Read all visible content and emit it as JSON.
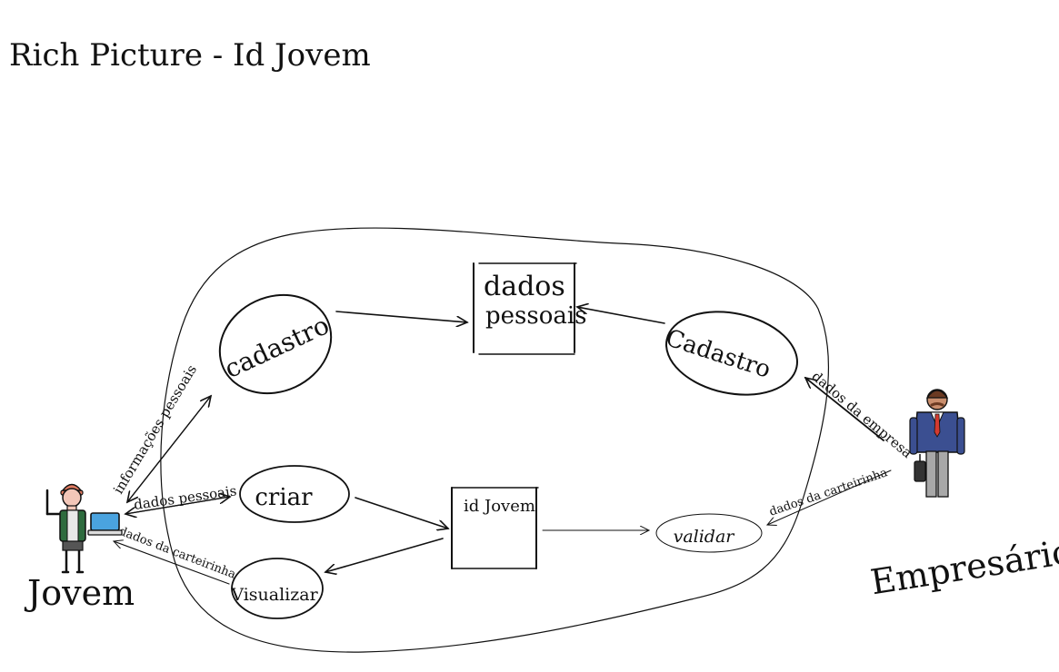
{
  "title": "Rich Picture - Id Jovem",
  "actors": {
    "jovem": "Jovem",
    "empresario": "Empresário"
  },
  "processes": {
    "cadastro_jovem": "cadastro",
    "cadastro_empresa": "Cadastro",
    "criar": "criar",
    "visualizar": "Visualizar",
    "validar": "validar"
  },
  "stores": {
    "dados_pessoais_line1": "dados",
    "dados_pessoais_line2": "pessoais",
    "id_jovem": "id Jovem"
  },
  "flows": {
    "informacoes_pessoais": "informações pessoais",
    "dados_pessoais": "dados pessoais",
    "dados_carteirinha_jovem": "dados da carteirinha",
    "dados_empresa": "dados da empresa",
    "dados_carteirinha_empresario": "dados da carteirinha"
  },
  "colors": {
    "ink": "#111111",
    "skin": "#f2c6b8",
    "hair_jovem": "#e07a60",
    "vest_jovem": "#2e6b3e",
    "laptop": "#4aa3df",
    "suit_jacket": "#3b4f91",
    "suit_pants": "#a8a8a8",
    "tie": "#d43a2f",
    "hair_empresario": "#6b3a22",
    "briefcase": "#333333"
  }
}
